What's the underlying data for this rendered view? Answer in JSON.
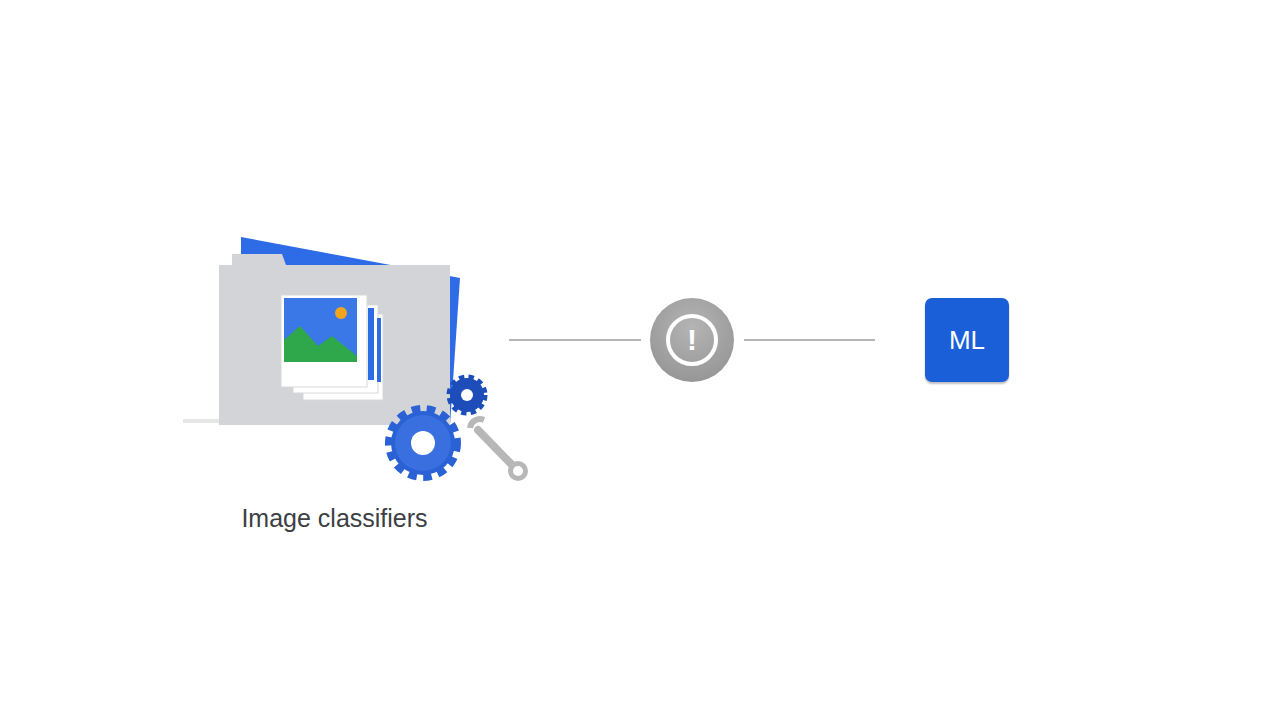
{
  "diagram": {
    "nodes": [
      {
        "text": [
          "Image classifiers"
        ]
      },
      {
        "text": [
          "!"
        ]
      },
      {
        "text": [
          "ML"
        ]
      }
    ],
    "edges": [
      {
        "from": 0,
        "to": 1,
        "arrow": "none"
      },
      {
        "from": 1,
        "to": 2,
        "arrow": "none"
      }
    ]
  }
}
